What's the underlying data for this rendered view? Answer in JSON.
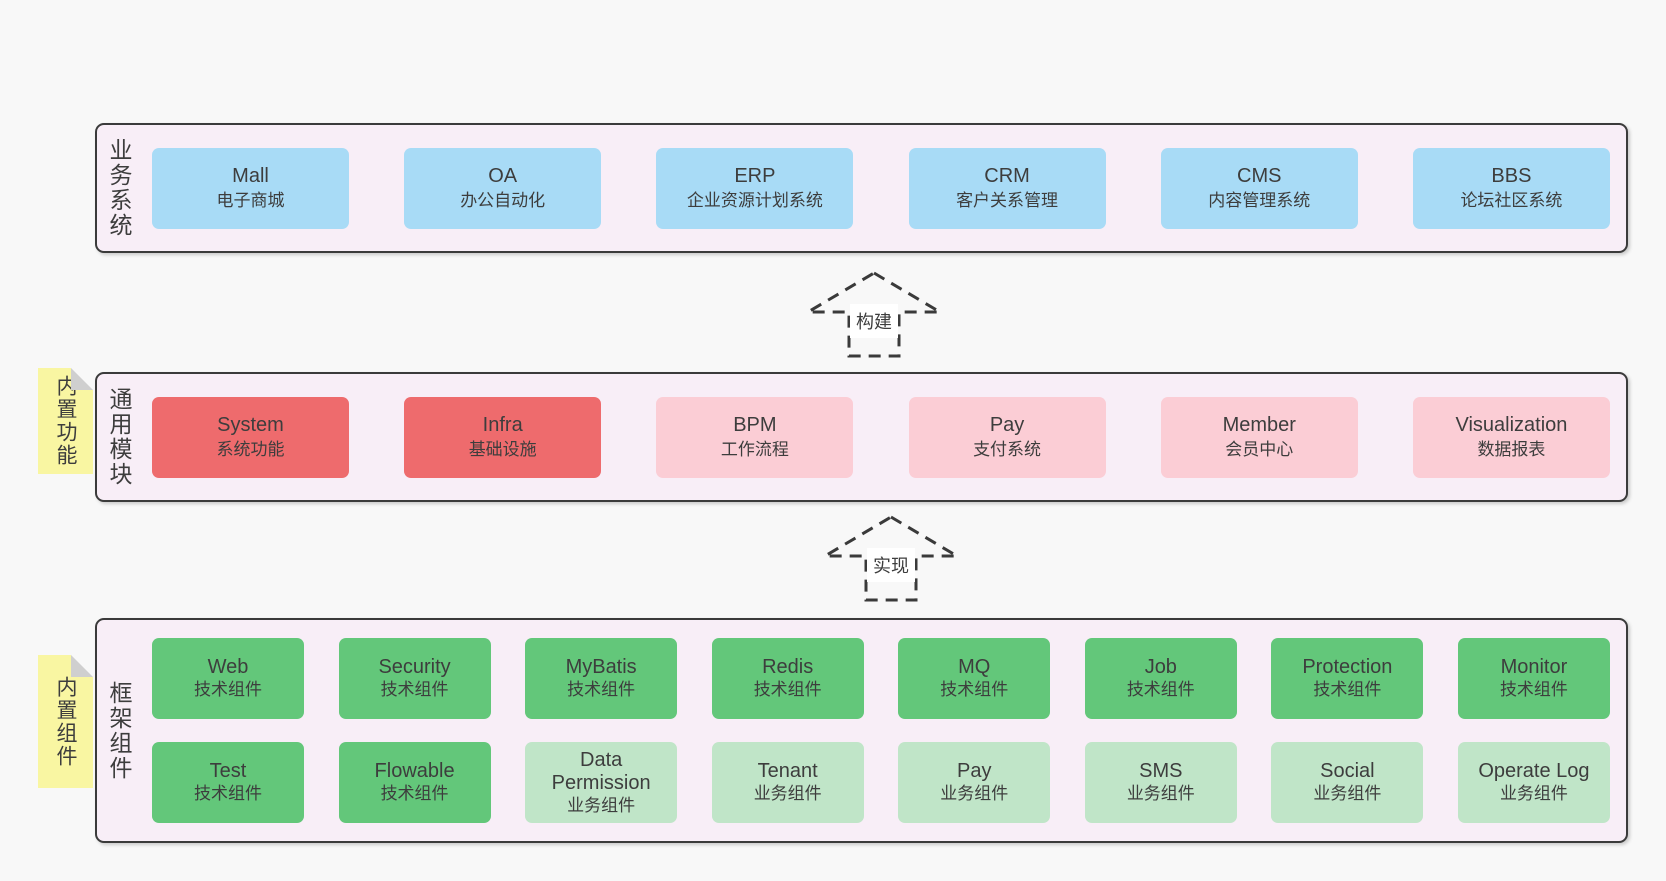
{
  "diagram": {
    "type": "layered-architecture"
  },
  "colors": {
    "page_bg": "#f8f8f8",
    "band_bg": "#f8eef7",
    "band_border": "#3b3b3b",
    "text": "#3d3d3d",
    "blue": "#a8dbf6",
    "red": "#ee6b6d",
    "pink": "#fbcdd5",
    "green": "#63c77a",
    "light_green": "#c0e5c8",
    "sticky_bg": "#f9f6a2",
    "sticky_fold": "#cfcfcf",
    "arrow_line": "#3a3a3a",
    "arrow_label_bg": "#ffffff"
  },
  "arrows": [
    {
      "label": "构建"
    },
    {
      "label": "实现"
    }
  ],
  "stickies": [
    {
      "label": "内置功能"
    },
    {
      "label": "内置组件"
    }
  ],
  "bands": [
    {
      "label": "业务系统",
      "boxes": [
        {
          "title": "Mall",
          "subtitle": "电子商城"
        },
        {
          "title": "OA",
          "subtitle": "办公自动化"
        },
        {
          "title": "ERP",
          "subtitle": "企业资源计划系统"
        },
        {
          "title": "CRM",
          "subtitle": "客户关系管理"
        },
        {
          "title": "CMS",
          "subtitle": "内容管理系统"
        },
        {
          "title": "BBS",
          "subtitle": "论坛社区系统"
        }
      ]
    },
    {
      "label": "通用模块",
      "boxes": [
        {
          "title": "System",
          "subtitle": "系统功能"
        },
        {
          "title": "Infra",
          "subtitle": "基础设施"
        },
        {
          "title": "BPM",
          "subtitle": "工作流程"
        },
        {
          "title": "Pay",
          "subtitle": "支付系统"
        },
        {
          "title": "Member",
          "subtitle": "会员中心"
        },
        {
          "title": "Visualization",
          "subtitle": "数据报表"
        }
      ]
    },
    {
      "label": "框架组件",
      "rows": [
        [
          {
            "title": "Web",
            "subtitle": "技术组件"
          },
          {
            "title": "Security",
            "subtitle": "技术组件"
          },
          {
            "title": "MyBatis",
            "subtitle": "技术组件"
          },
          {
            "title": "Redis",
            "subtitle": "技术组件"
          },
          {
            "title": "MQ",
            "subtitle": "技术组件"
          },
          {
            "title": "Job",
            "subtitle": "技术组件"
          },
          {
            "title": "Protection",
            "subtitle": "技术组件"
          },
          {
            "title": "Monitor",
            "subtitle": "技术组件"
          }
        ],
        [
          {
            "title": "Test",
            "subtitle": "技术组件"
          },
          {
            "title": "Flowable",
            "subtitle": "技术组件"
          },
          {
            "title": "Data Permission",
            "subtitle": "业务组件"
          },
          {
            "title": "Tenant",
            "subtitle": "业务组件"
          },
          {
            "title": "Pay",
            "subtitle": "业务组件"
          },
          {
            "title": "SMS",
            "subtitle": "业务组件"
          },
          {
            "title": "Social",
            "subtitle": "业务组件"
          },
          {
            "title": "Operate Log",
            "subtitle": "业务组件"
          }
        ]
      ]
    }
  ]
}
